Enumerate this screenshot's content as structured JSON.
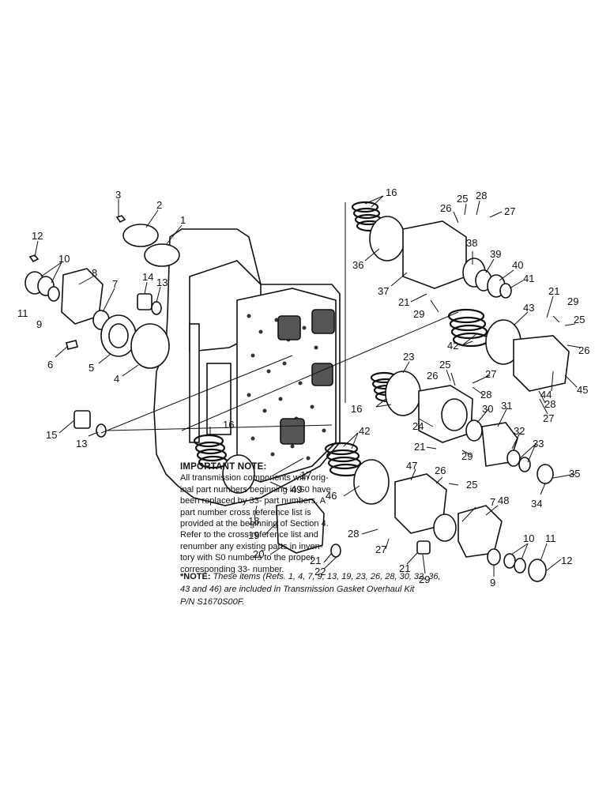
{
  "important_note": {
    "title": "IMPORTANT NOTE:",
    "lines": [
      "All transmission components with orig-",
      "inal part numbers beginning in S0 have",
      "been replaced by 33- part numbers. A",
      "part number cross reference list is",
      "provided at the beginning of Section 4.",
      "Refer to the cross-reference list and",
      "renumber any existing parts in inven-",
      "tory with S0 numbers to the proper",
      "corresponding 33- number."
    ]
  },
  "kit_note": {
    "label": "*NOTE:",
    "lines": [
      "These items (Refs. 1, 4, 7, 9, 13, 19, 23, 26, 28, 30, 32, 36,",
      "43 and 46) are included in Transmission Gasket Overhaul Kit",
      "P/N S1670S00F."
    ]
  },
  "callouts": [
    {
      "id": "c3",
      "text": "3"
    },
    {
      "id": "c2",
      "text": "2"
    },
    {
      "id": "c1",
      "text": "1"
    },
    {
      "id": "c12a",
      "text": "12"
    },
    {
      "id": "c10a",
      "text": "10"
    },
    {
      "id": "c8",
      "text": "8"
    },
    {
      "id": "c14",
      "text": "14"
    },
    {
      "id": "c13a",
      "text": "13"
    },
    {
      "id": "c7a",
      "text": "7"
    },
    {
      "id": "c11a",
      "text": "11"
    },
    {
      "id": "c9a",
      "text": "9"
    },
    {
      "id": "c6",
      "text": "6"
    },
    {
      "id": "c5",
      "text": "5"
    },
    {
      "id": "c4",
      "text": "4"
    },
    {
      "id": "c15",
      "text": "15"
    },
    {
      "id": "c13b",
      "text": "13"
    },
    {
      "id": "c16a",
      "text": "16"
    },
    {
      "id": "c36",
      "text": "36"
    },
    {
      "id": "c37",
      "text": "37"
    },
    {
      "id": "c25a",
      "text": "25"
    },
    {
      "id": "c28a",
      "text": "28"
    },
    {
      "id": "c26a",
      "text": "26"
    },
    {
      "id": "c27a",
      "text": "27"
    },
    {
      "id": "c38",
      "text": "38"
    },
    {
      "id": "c39",
      "text": "39"
    },
    {
      "id": "c40",
      "text": "40"
    },
    {
      "id": "c41",
      "text": "41"
    },
    {
      "id": "c21a",
      "text": "21"
    },
    {
      "id": "c29a",
      "text": "29"
    },
    {
      "id": "c43",
      "text": "43"
    },
    {
      "id": "c21b",
      "text": "21"
    },
    {
      "id": "c29b",
      "text": "29"
    },
    {
      "id": "c25b",
      "text": "25"
    },
    {
      "id": "c26b",
      "text": "26"
    },
    {
      "id": "c42a",
      "text": "42"
    },
    {
      "id": "c23",
      "text": "23"
    },
    {
      "id": "c44",
      "text": "44"
    },
    {
      "id": "c45",
      "text": "45"
    },
    {
      "id": "c28b",
      "text": "28"
    },
    {
      "id": "c27b",
      "text": "27"
    },
    {
      "id": "c26c",
      "text": "26"
    },
    {
      "id": "c25c",
      "text": "25"
    },
    {
      "id": "c27c",
      "text": "27"
    },
    {
      "id": "c28c",
      "text": "28"
    },
    {
      "id": "c16b",
      "text": "16"
    },
    {
      "id": "c24",
      "text": "24"
    },
    {
      "id": "c30",
      "text": "30"
    },
    {
      "id": "c31",
      "text": "31"
    },
    {
      "id": "c21c",
      "text": "21"
    },
    {
      "id": "c29c",
      "text": "29"
    },
    {
      "id": "c32",
      "text": "32"
    },
    {
      "id": "c33",
      "text": "33"
    },
    {
      "id": "c16c",
      "text": "16"
    },
    {
      "id": "c42b",
      "text": "42"
    },
    {
      "id": "c17",
      "text": "17"
    },
    {
      "id": "c49",
      "text": "49"
    },
    {
      "id": "c35",
      "text": "35"
    },
    {
      "id": "c34",
      "text": "34"
    },
    {
      "id": "c47",
      "text": "47"
    },
    {
      "id": "c26d",
      "text": "26"
    },
    {
      "id": "c25d",
      "text": "25"
    },
    {
      "id": "c46",
      "text": "46"
    },
    {
      "id": "c7b",
      "text": "7"
    },
    {
      "id": "c48",
      "text": "48"
    },
    {
      "id": "c18",
      "text": "18"
    },
    {
      "id": "c19",
      "text": "19"
    },
    {
      "id": "c28d",
      "text": "28"
    },
    {
      "id": "c27d",
      "text": "27"
    },
    {
      "id": "c20",
      "text": "20"
    },
    {
      "id": "c21d",
      "text": "21"
    },
    {
      "id": "c22",
      "text": "22"
    },
    {
      "id": "c21e",
      "text": "21"
    },
    {
      "id": "c29d",
      "text": "29"
    },
    {
      "id": "c9b",
      "text": "9"
    },
    {
      "id": "c10b",
      "text": "10"
    },
    {
      "id": "c11b",
      "text": "11"
    },
    {
      "id": "c12b",
      "text": "12"
    }
  ]
}
